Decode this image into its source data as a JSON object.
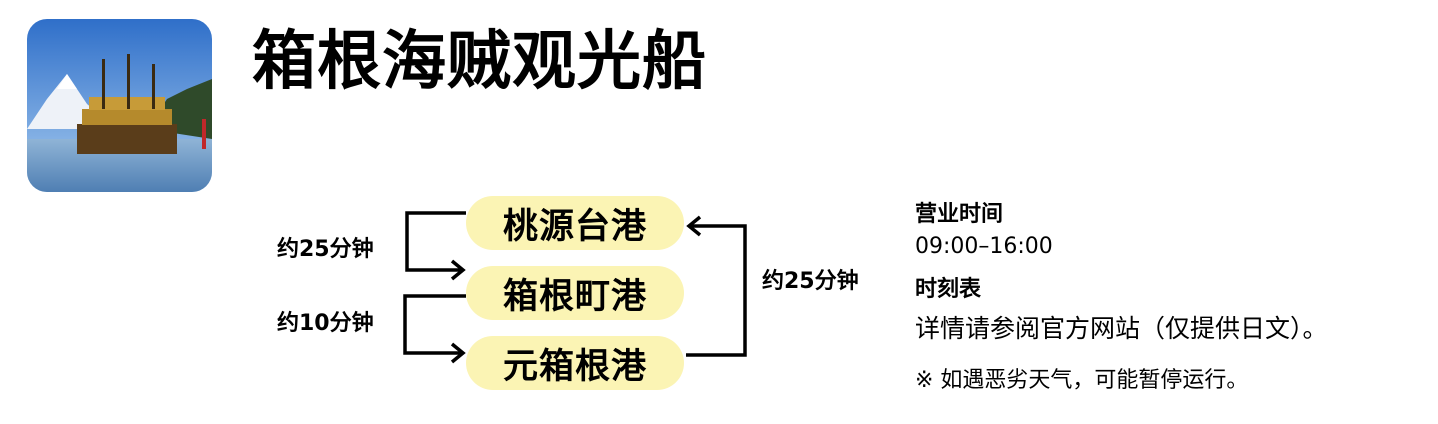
{
  "title": "箱根海贼观光船",
  "thumbnail": {
    "alt": "pirate-ship-on-lake-ashi"
  },
  "ports": [
    {
      "name": "桃源台港"
    },
    {
      "name": "箱根町港"
    },
    {
      "name": "元箱根港"
    }
  ],
  "routes": [
    {
      "from": "桃源台港",
      "to": "箱根町港",
      "duration": "约25分钟"
    },
    {
      "from": "箱根町港",
      "to": "元箱根港",
      "duration": "约10分钟"
    },
    {
      "from": "元箱根港",
      "to": "桃源台港",
      "duration": "约25分钟"
    }
  ],
  "info": {
    "hours_label": "营业时间",
    "hours_value": "09:00–16:00",
    "timetable_label": "时刻表",
    "timetable_value": "详情请参阅官方网站（仅提供日文）。",
    "note": "※ 如遇恶劣天气，可能暂停运行。"
  },
  "colors": {
    "pill": "#fbf4b4",
    "text": "#000000"
  }
}
